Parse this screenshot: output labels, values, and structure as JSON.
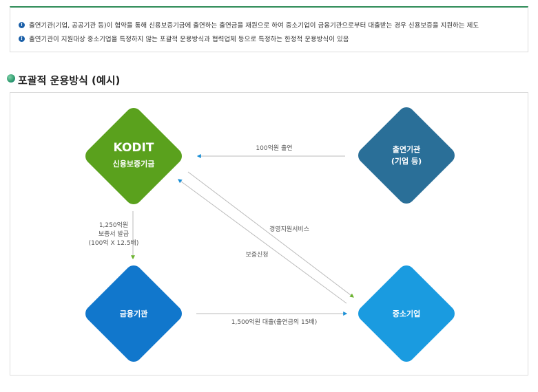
{
  "info": {
    "line1": "출연기관(기업, 공공기관 등)이 협약을 통해 신용보증기금에 출연하는 출연금을 재원으로 하여 중소기업이 금융기관으로부터 대출받는 경우 신용보증을 지원하는 제도",
    "line2": "출연기관이 지원대상 중소기업을 특정하지 않는 포괄적 운용방식과 협력업체 등으로 특정하는 한정적 운용방식이 있음"
  },
  "section": {
    "title": "포괄적 운용방식 (예시)"
  },
  "nodes": {
    "kodit_logo": "KODIT",
    "kodit": "신용보증기금",
    "donor_line1": "출연기관",
    "donor_line2": "(기업 등)",
    "bank": "금융기관",
    "sme": "중소기업"
  },
  "flows": {
    "donation": "100억원 출연",
    "guarantee_line1": "1,250억원",
    "guarantee_line2": "보증서 발급",
    "guarantee_line3": "(100억 X 12.5배)",
    "management": "경영지원서비스",
    "apply": "보증신청",
    "loan": "1,500억원 대출(출연금의 15배)"
  },
  "colors": {
    "kodit": "#5aa11d",
    "donor": "#2a6f98",
    "bank": "#1177cc",
    "sme": "#1a9be0",
    "arrow_blue": "#1a8fd6",
    "arrow_green": "#6bb32e"
  }
}
